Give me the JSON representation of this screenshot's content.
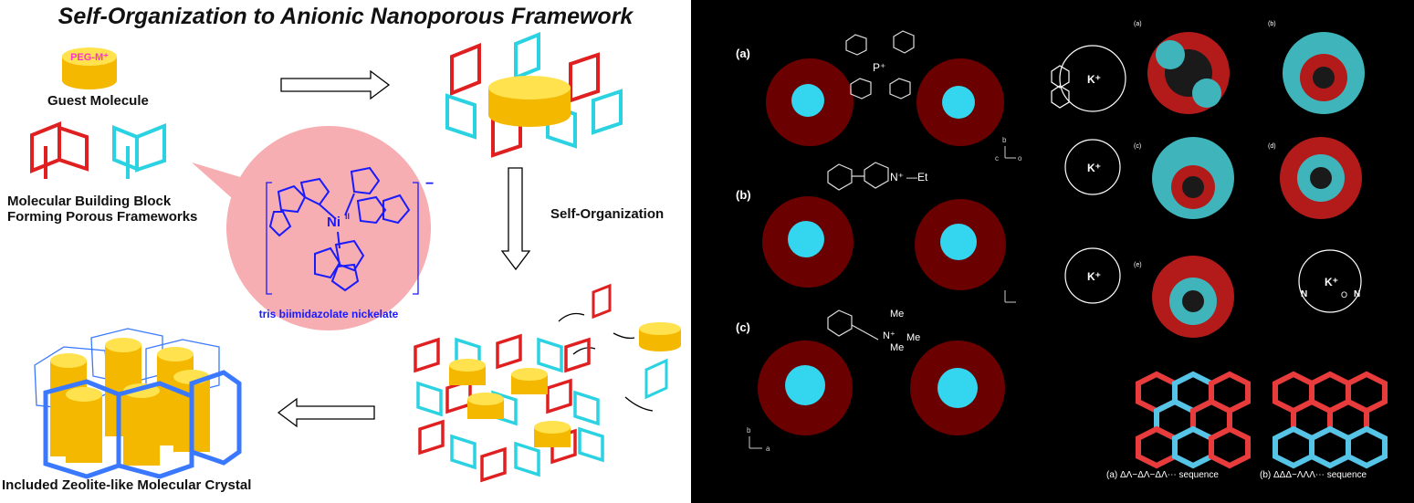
{
  "left": {
    "title": "Self-Organization to Anionic Nanoporous Framework",
    "guest_tag": "PEG-M⁺",
    "guest_label": "Guest Molecule",
    "block_label_1": "Molecular Building Block",
    "block_label_2": "Forming Porous Frameworks",
    "self_org_label": "Self-Organization",
    "complex_caption": "tris biimidazolate nickelate",
    "metal_label": "Ni",
    "metal_ox": "II",
    "charge": "−",
    "crystal_label": "Included Zeolite-like Molecular Crystal",
    "colors": {
      "red": "#e02020",
      "cyan": "#2ad2e2",
      "gold": "#f5b800",
      "bubble": "#f6aeb2",
      "blue": "#1a1aff"
    }
  },
  "right": {
    "panel_a": "(a)",
    "panel_b": "(b)",
    "panel_c": "(c)",
    "cation_a": "P⁺",
    "cation_b_n": "N⁺",
    "cation_b_et": "—Et",
    "cation_c_me_top": "Me",
    "cation_c_n": "N⁺",
    "cation_c_me_right": "Me",
    "cation_c_me_bottom": "Me",
    "ax_b": "b",
    "ax_c": "c",
    "ax_o": "o",
    "ax_a": "a",
    "crown_k": "K⁺",
    "crown_n": "N",
    "crown_o": "O",
    "sub_a": "(a)",
    "sub_b": "(b)",
    "sub_c": "(c)",
    "sub_d": "(d)",
    "sub_e": "(e)",
    "seq_a": "(a) ΔΛ−ΔΛ−ΔΛ⋯ sequence",
    "seq_b": "(b) ΔΔΔ−ΛΛΛ⋯ sequence"
  }
}
